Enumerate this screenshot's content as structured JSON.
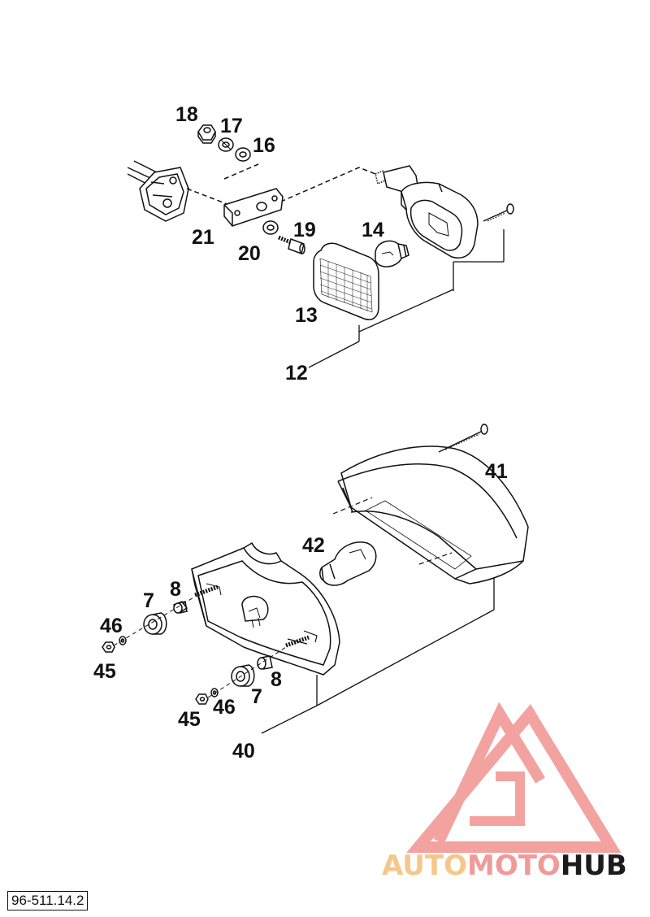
{
  "callouts": {
    "c18": "18",
    "c17": "17",
    "c16": "16",
    "c21": "21",
    "c20": "20",
    "c19": "19",
    "c14": "14",
    "c13": "13",
    "c12": "12",
    "c41": "41",
    "c42": "42",
    "c7a": "7",
    "c8a": "8",
    "c46a": "46",
    "c45a": "45",
    "c8b": "8",
    "c7b": "7",
    "c46b": "46",
    "c45b": "45",
    "c40": "40"
  },
  "watermark": {
    "part1": "AUTO",
    "part2": "MOTO",
    "part3": "HUB",
    "color_light": "#f6c78a",
    "color_mid": "#f09a9a",
    "color_dark": "#1c1c1c",
    "logo_color": "#f2938f"
  },
  "drawing_number": "96-511.14.2"
}
